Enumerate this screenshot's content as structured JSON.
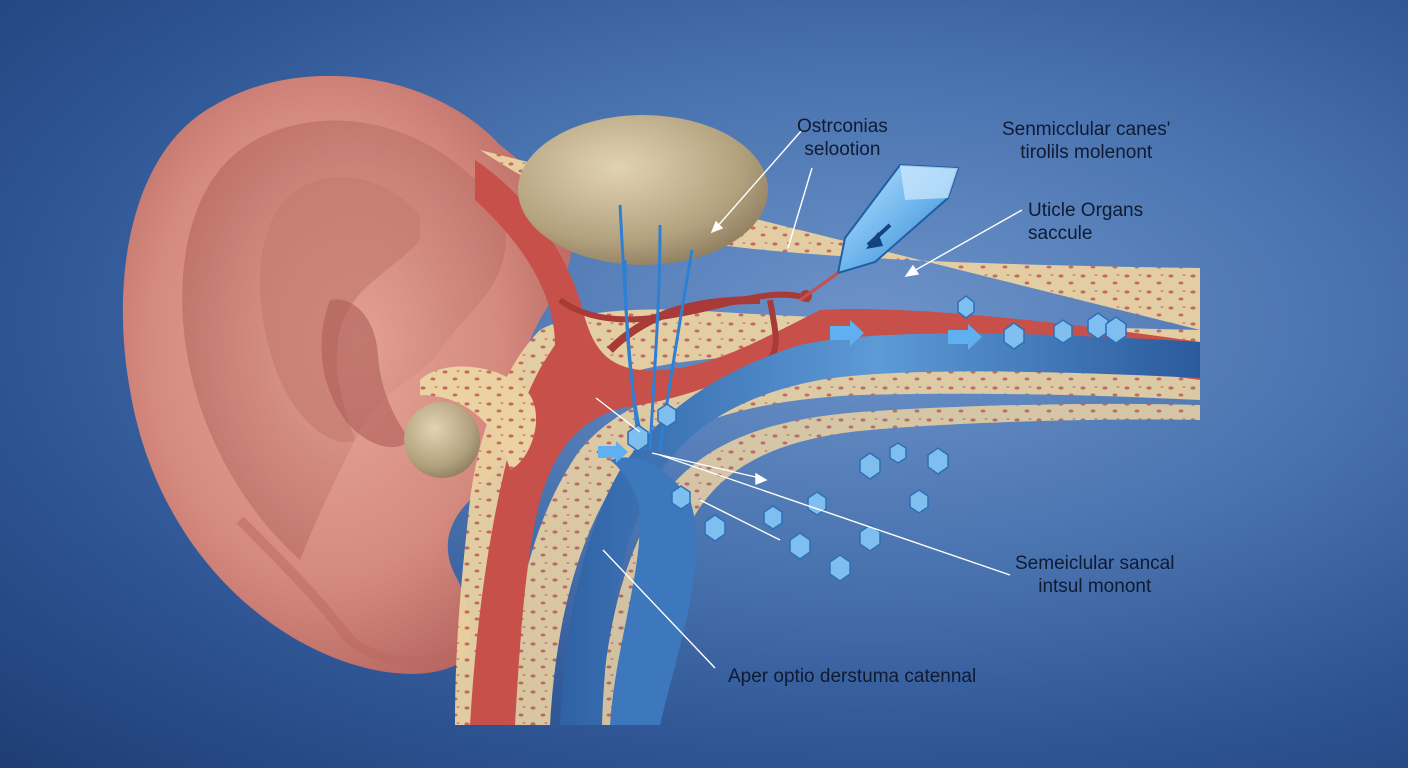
{
  "labels": {
    "otoconia": {
      "line1": "Ostrconias",
      "line2": "selootion"
    },
    "semicircular_canals": {
      "line1": "Senmicclular canes'",
      "line2": "tirolils molenont"
    },
    "utricle": {
      "line1": "Uticle Organs",
      "line2": "saccule"
    },
    "semicircular_sancal": {
      "line1": "Semeiclular sancal",
      "line2": "intsul monont"
    },
    "bottom": {
      "line1": "Aper optio derstuma catennal"
    }
  },
  "colors": {
    "background_light": "#6d93c9",
    "background_dark": "#1e3d74",
    "skin": "#d98a80",
    "bone": "#ead2a2",
    "vessel_red": "#c8504a",
    "canal_blue": "#3f7fc2",
    "crystal_blue": "#6fb6ee",
    "otolith": "#b6a584"
  }
}
